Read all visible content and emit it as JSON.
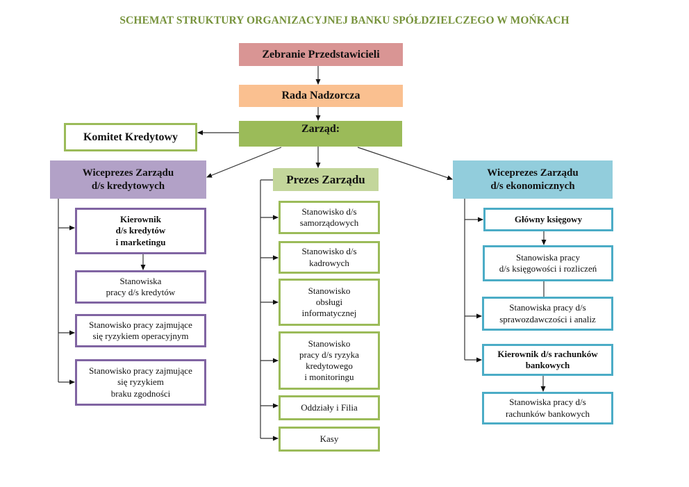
{
  "title": "SCHEMAT STRUKTURY ORGANIZACYJNEJ BANKU SPÓŁDZIELCZEGO W MOŃKACH",
  "colors": {
    "title": "#77933c",
    "zebranie": "#d99594",
    "rada": "#fac090",
    "zarzad": "#9bbb59",
    "komitet_border": "#9bbb59",
    "wice_kred": "#b2a1c7",
    "wice_kred_children_border": "#8064a2",
    "prezes": "#c3d69b",
    "prezes_children_border": "#9bbb59",
    "wice_ekon": "#92cddc",
    "wice_ekon_children_border": "#4bacc6"
  },
  "top": {
    "zebranie": "Zebranie Przedstawicieli",
    "rada": "Rada Nadzorcza",
    "zarzad": "Zarząd:",
    "komitet": "Komitet Kredytowy"
  },
  "left": {
    "head": [
      "Wiceprezes Zarządu",
      "d/s kredytowych"
    ],
    "items": [
      [
        "Kierownik",
        "d/s kredytów",
        "i marketingu"
      ],
      [
        "Stanowiska",
        "pracy d/s kredytów"
      ],
      [
        "Stanowisko pracy zajmujące",
        "się ryzykiem operacyjnym"
      ],
      [
        "Stanowisko pracy zajmujące",
        "się ryzykiem",
        "braku zgodności"
      ]
    ]
  },
  "center": {
    "head": "Prezes Zarządu",
    "items": [
      [
        "Stanowisko d/s",
        "samorządowych"
      ],
      [
        "Stanowisko d/s",
        "kadrowych"
      ],
      [
        "Stanowisko",
        "obsługi",
        "informatycznej"
      ],
      [
        "Stanowisko",
        "pracy d/s ryzyka",
        "kredytowego",
        "i monitoringu"
      ],
      [
        "Oddziały i Filia"
      ],
      [
        "Kasy"
      ]
    ]
  },
  "right": {
    "head": [
      "Wiceprezes Zarządu",
      "d/s ekonomicznych"
    ],
    "items": [
      [
        "Główny księgowy"
      ],
      [
        "Stanowiska pracy",
        "d/s księgowości i rozliczeń"
      ],
      [
        "Stanowiska pracy d/s",
        "sprawozdawczości i analiz"
      ],
      [
        "Kierownik d/s rachunków",
        "bankowych"
      ],
      [
        "Stanowiska pracy d/s",
        "rachunków bankowych"
      ]
    ]
  }
}
